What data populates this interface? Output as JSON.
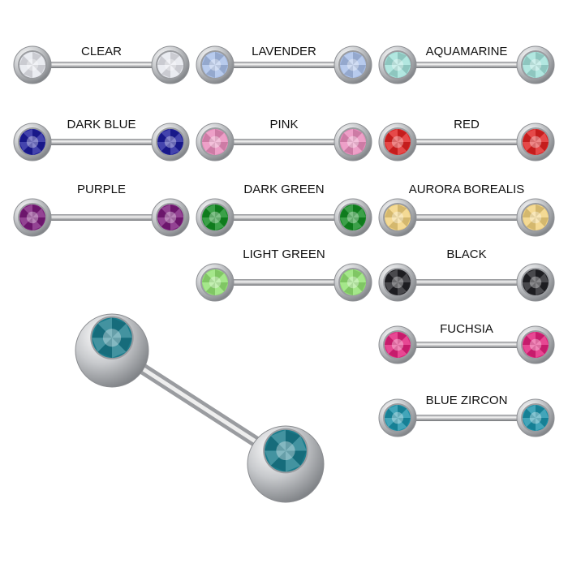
{
  "variants": [
    {
      "name": "CLEAR",
      "gem_color": "#e6e8ee"
    },
    {
      "name": "LAVENDER",
      "gem_color": "#a9c0ea"
    },
    {
      "name": "AQUAMARINE",
      "gem_color": "#a2e2da"
    },
    {
      "name": "DARK BLUE",
      "gem_color": "#1c1c9c"
    },
    {
      "name": "PINK",
      "gem_color": "#ea8cbc"
    },
    {
      "name": "RED",
      "gem_color": "#e02222"
    },
    {
      "name": "PURPLE",
      "gem_color": "#7c1a7c"
    },
    {
      "name": "DARK GREEN",
      "gem_color": "#128c22"
    },
    {
      "name": "AURORA BOREALIS",
      "gem_color": "#f2d27e"
    },
    {
      "name": "LIGHT GREEN",
      "gem_color": "#92e272"
    },
    {
      "name": "BLACK",
      "gem_color": "#222226"
    },
    {
      "name": "FUCHSIA",
      "gem_color": "#e2207c"
    },
    {
      "name": "BLUE ZIRCON",
      "gem_color": "#1a92aa"
    }
  ],
  "featured_gem_color": "#1a7c8c",
  "metal_color": "#c4c6ca"
}
